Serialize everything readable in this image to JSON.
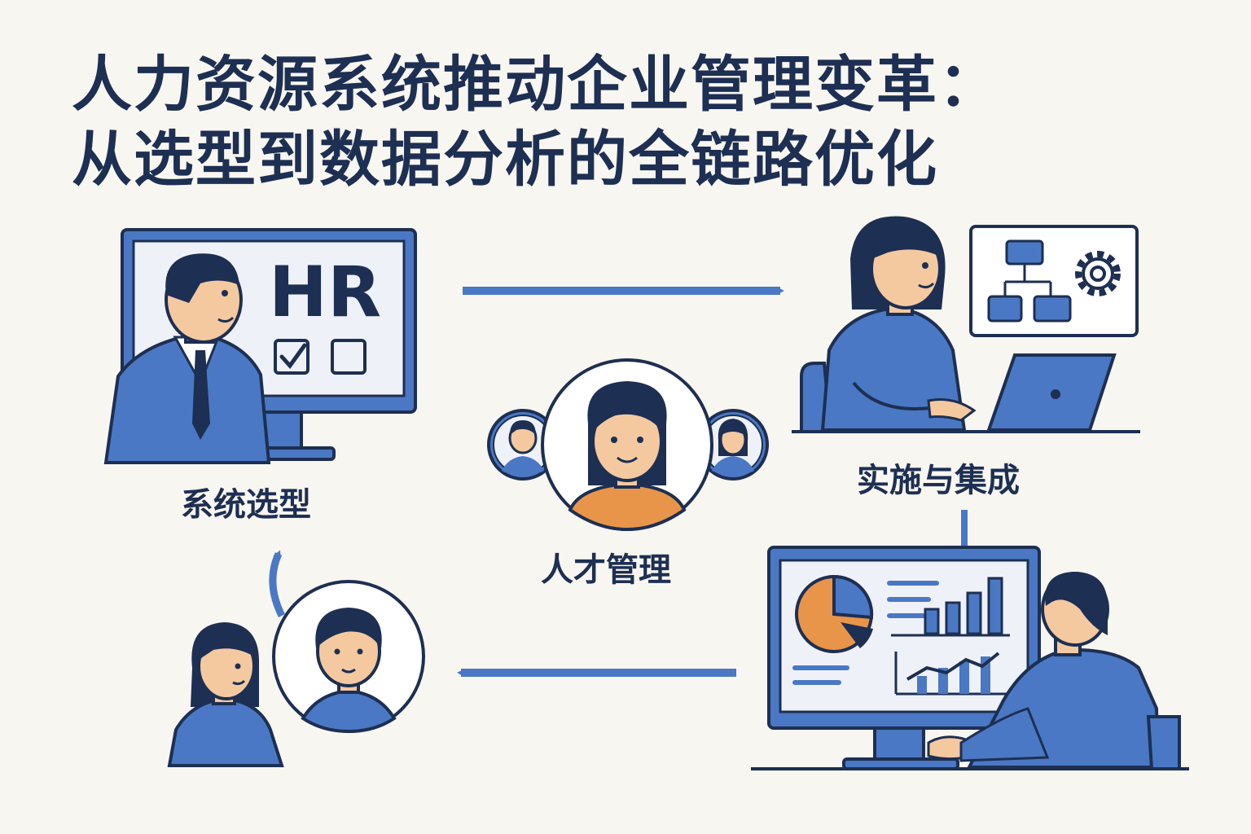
{
  "title": {
    "line1": "人力资源系统推动企业管理变革：",
    "line2": "从选型到数据分析的全链路优化"
  },
  "stages": {
    "selection": "系统选型",
    "implementation": "实施与集成",
    "talent": "人才管理"
  },
  "monitor_text": "HR",
  "colors": {
    "navy": "#1d2f52",
    "blue": "#4a78c4",
    "orange": "#e8954a",
    "skin": "#f4c9a0",
    "screen": "#eef2f8",
    "background": "#f8f6f0"
  }
}
